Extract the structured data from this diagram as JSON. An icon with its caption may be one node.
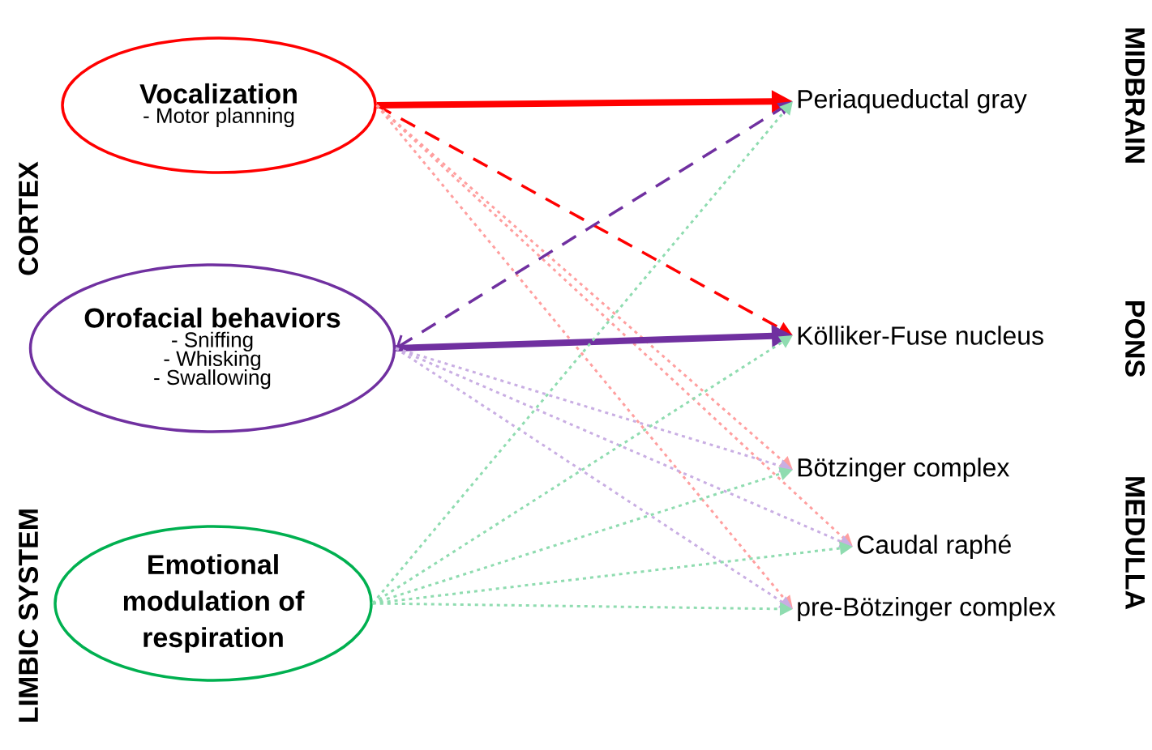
{
  "diagram": {
    "nodes": [
      {
        "text": [
          "Vocalization",
          "- Motor planning"
        ]
      },
      {
        "text": [
          "Orofacial behaviors",
          "- Sniffing",
          "- Whisking",
          "- Swallowing"
        ]
      },
      {
        "text": [
          "Emotional modulation of respiration"
        ]
      },
      {
        "text": [
          "Periaqueductal gray"
        ]
      },
      {
        "text": [
          "Kölliker-Fuse nucleus"
        ]
      },
      {
        "text": [
          "Bötzinger complex"
        ]
      },
      {
        "text": [
          "Caudal raphé"
        ]
      },
      {
        "text": [
          "pre-Bötzinger complex"
        ]
      }
    ],
    "edges": [
      {
        "from": 0,
        "to": 3,
        "arrow": "to",
        "style": "thick",
        "color": "#ff0000"
      },
      {
        "from": 0,
        "to": 4,
        "arrow": "to",
        "style": "dashed",
        "color": "#ff0000"
      },
      {
        "from": 0,
        "to": 5,
        "arrow": "to",
        "style": "dashed",
        "color": "#ff9f9f"
      },
      {
        "from": 0,
        "to": 6,
        "arrow": "to",
        "style": "dashed",
        "color": "#ff9f9f"
      },
      {
        "from": 0,
        "to": 7,
        "arrow": "to",
        "style": "dashed",
        "color": "#ff9f9f"
      },
      {
        "from": 1,
        "to": 4,
        "arrow": "to",
        "style": "thick",
        "color": "#7030a0"
      },
      {
        "from": 1,
        "to": 3,
        "arrow": "both",
        "style": "dashed",
        "color": "#7030a0"
      },
      {
        "from": 1,
        "to": 5,
        "arrow": "to",
        "style": "dashed",
        "color": "#c9aee3"
      },
      {
        "from": 1,
        "to": 6,
        "arrow": "to",
        "style": "dashed",
        "color": "#c9aee3"
      },
      {
        "from": 1,
        "to": 7,
        "arrow": "to",
        "style": "dashed",
        "color": "#c9aee3"
      },
      {
        "from": 2,
        "to": 3,
        "arrow": "to",
        "style": "dashed"
      },
      {
        "from": 2,
        "to": 4,
        "arrow": "to",
        "style": "dashed"
      },
      {
        "from": 2,
        "to": 5,
        "arrow": "to",
        "style": "dashed"
      },
      {
        "from": 2,
        "to": 6,
        "arrow": "to",
        "style": "dashed"
      },
      {
        "from": 2,
        "to": 7,
        "arrow": "to",
        "style": "dashed"
      }
    ],
    "labels": [
      "CORTEX",
      "LIMBIC SYSTEM",
      "MIDBRAIN",
      "PONS",
      "MEDULLA"
    ]
  }
}
